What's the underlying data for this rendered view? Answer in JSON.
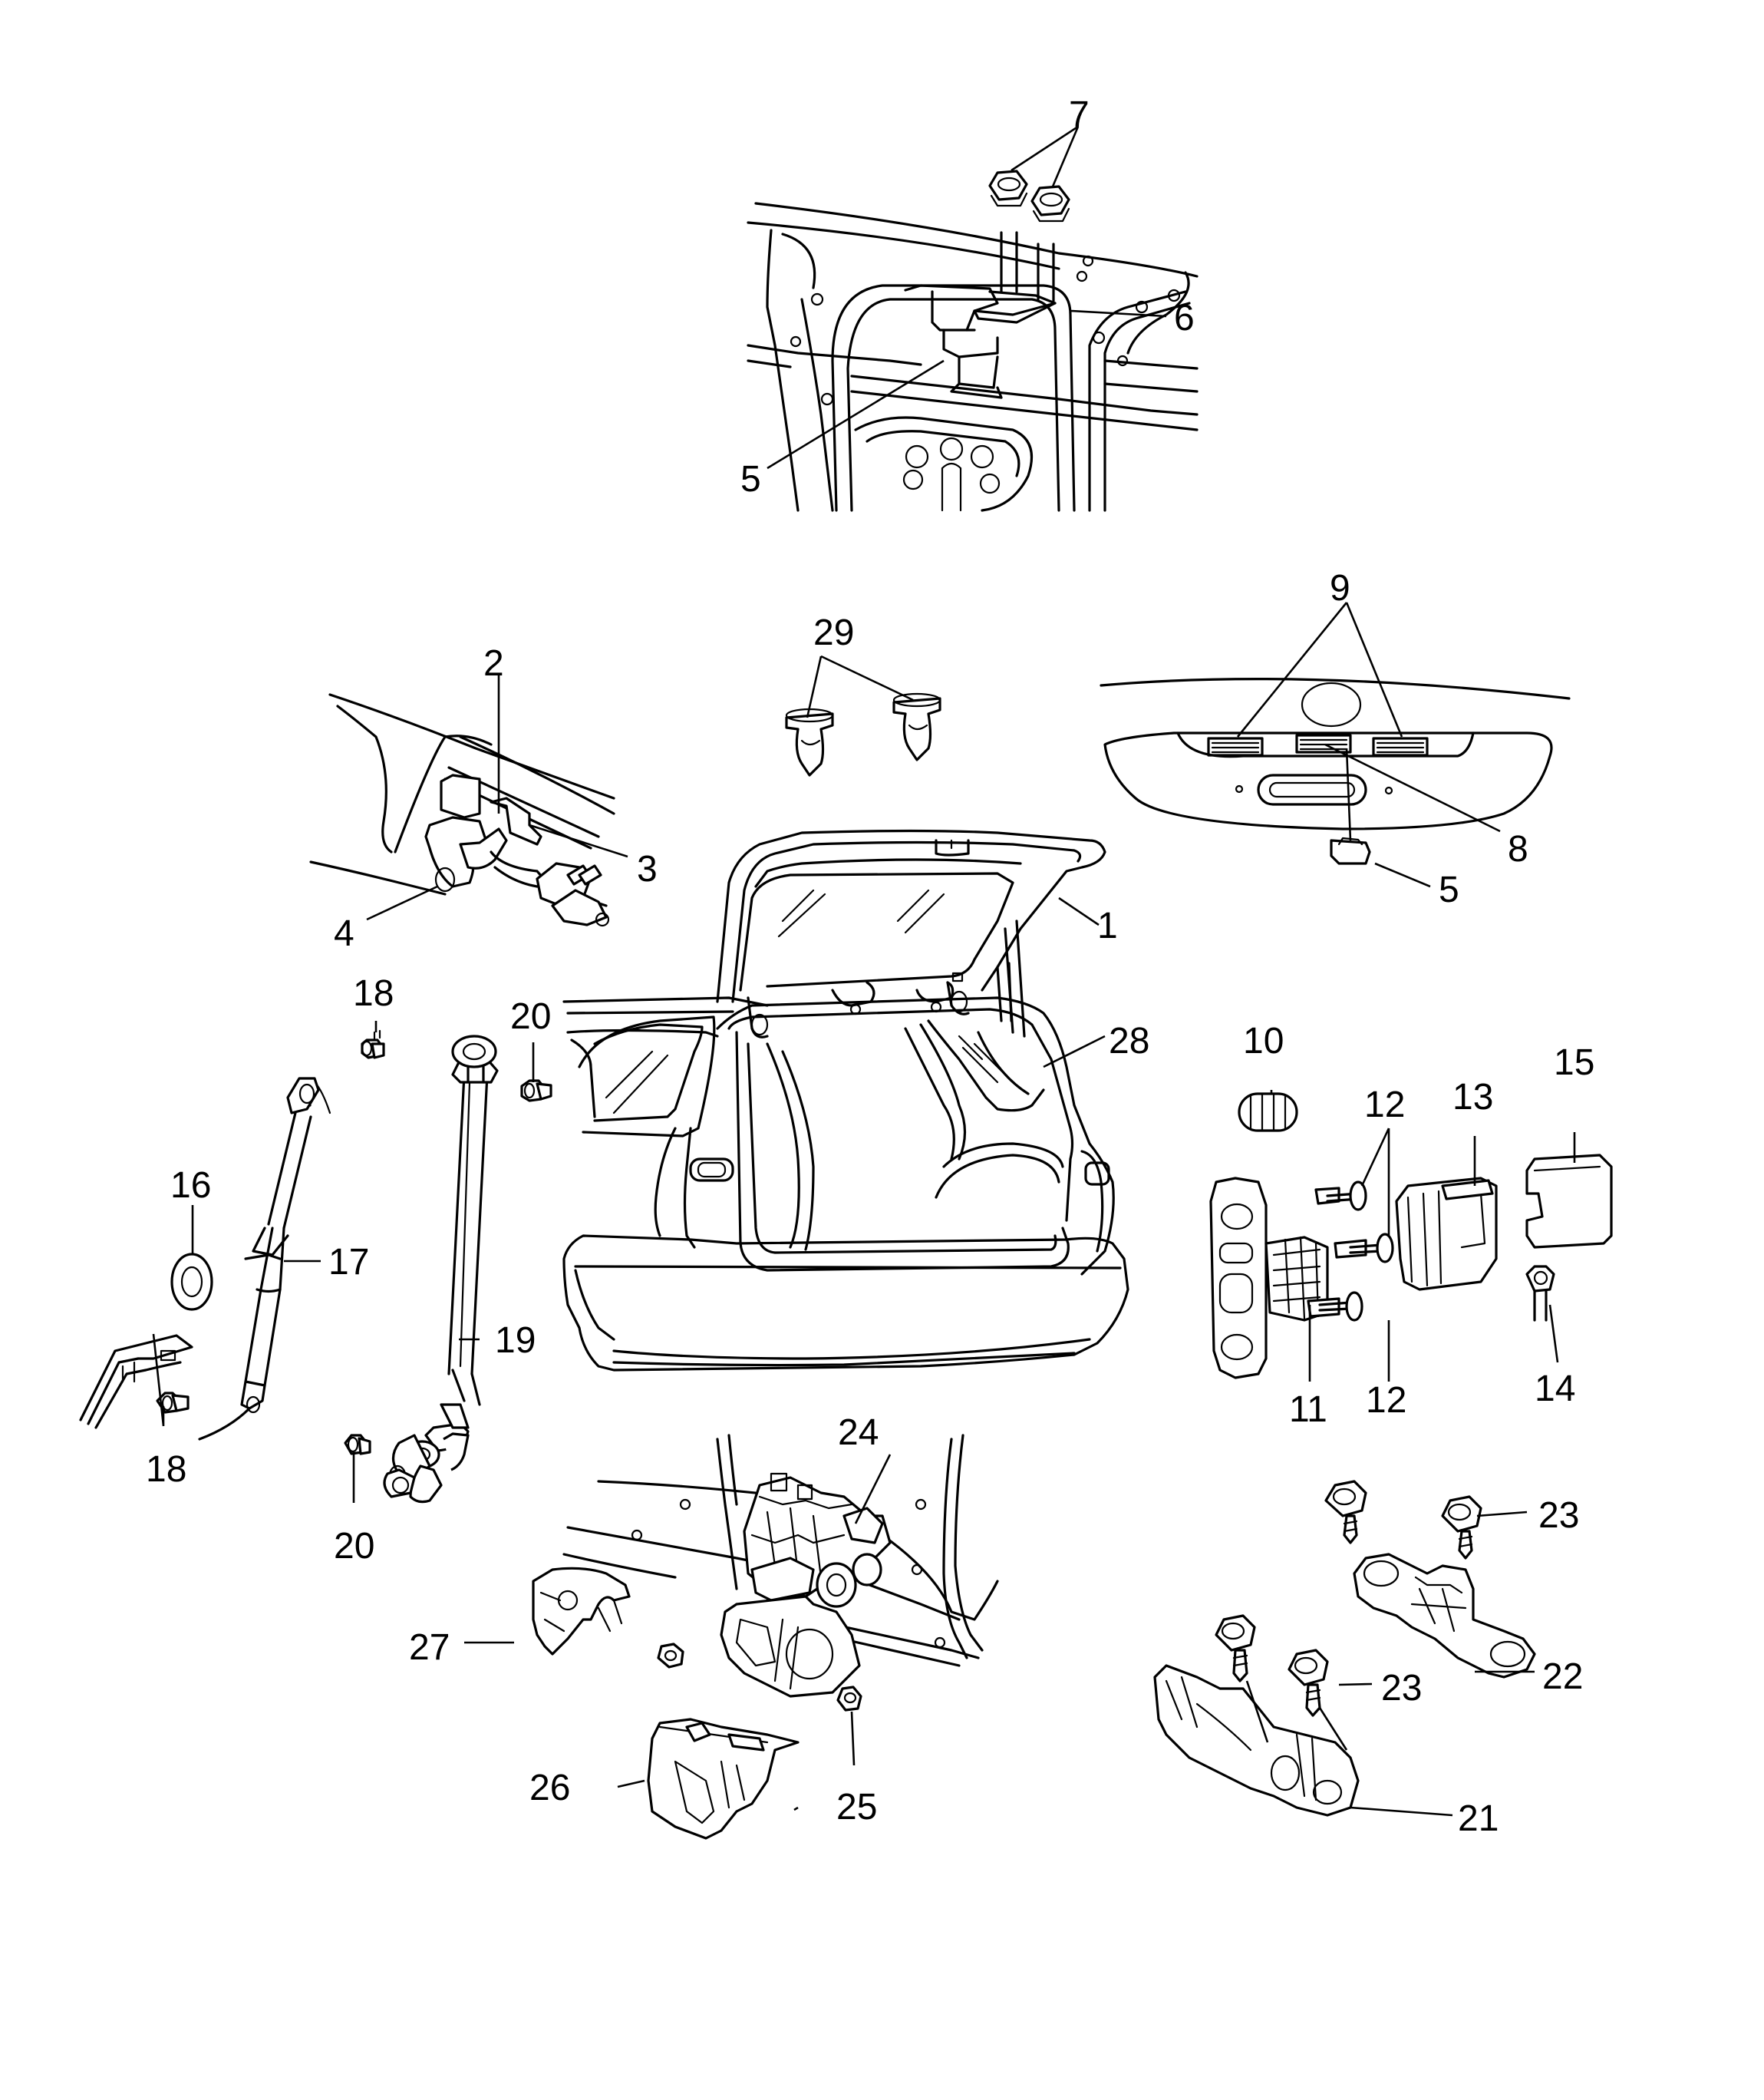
{
  "callouts": {
    "c1": "1",
    "c2": "2",
    "c3": "3",
    "c4": "4",
    "c5a": "5",
    "c5b": "5",
    "c6": "6",
    "c7": "7",
    "c8": "8",
    "c9": "9",
    "c10": "10",
    "c11": "11",
    "c12a": "12",
    "c12b": "12",
    "c13": "13",
    "c14": "14",
    "c15": "15",
    "c16": "16",
    "c17": "17",
    "c18a": "18",
    "c18b": "18",
    "c19": "19",
    "c20a": "20",
    "c20b": "20",
    "c21": "21",
    "c22": "22",
    "c23a": "23",
    "c23b": "23",
    "c24": "24",
    "c25": "25",
    "c26": "26",
    "c27": "27",
    "c28": "28",
    "c29": "29"
  }
}
